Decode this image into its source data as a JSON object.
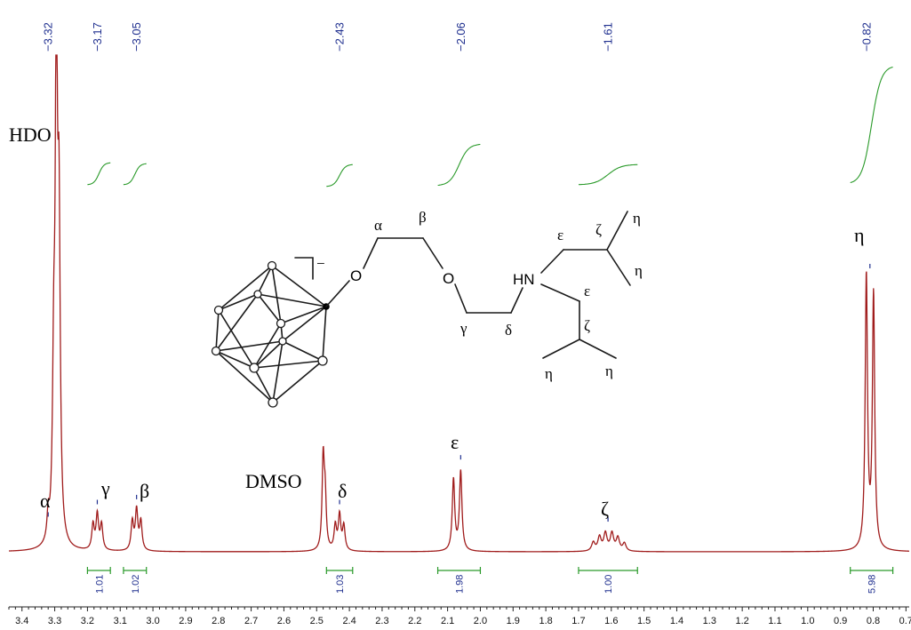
{
  "chart_data": {
    "type": "line",
    "title": "",
    "xlabel": "",
    "ylabel": "",
    "x_axis": {
      "reversed": true,
      "xlim": [
        3.44,
        0.69
      ]
    },
    "ticks": [
      "3.4",
      "3.3",
      "3.2",
      "3.1",
      "3.0",
      "2.9",
      "2.8",
      "2.7",
      "2.6",
      "2.5",
      "2.4",
      "2.3",
      "2.2",
      "2.1",
      "2.0",
      "1.9",
      "1.8",
      "1.7",
      "1.6",
      "1.5",
      "1.4",
      "1.3",
      "1.2",
      "1.1",
      "1.0",
      "0.9",
      "0.8",
      "0.7"
    ],
    "peak_labels": [
      "3.32",
      "3.17",
      "3.05",
      "2.43",
      "2.06",
      "1.61",
      "0.82"
    ],
    "spectrum_color": "#a01c1c",
    "integral_color": "#2a9a2a",
    "label_color": "#1f2f8f",
    "signals": [
      {
        "label": "HDO",
        "shift": 3.295,
        "height": 1.0
      },
      {
        "label": "α",
        "shift": 3.32,
        "height": 0.05
      },
      {
        "label": "γ",
        "shift": 3.17,
        "multiplicity": "triplet",
        "height": 0.07
      },
      {
        "label": "β",
        "shift": 3.05,
        "multiplicity": "triplet",
        "height": 0.08
      },
      {
        "label": "DMSO",
        "shift": 2.48,
        "height": 0.18
      },
      {
        "label": "δ",
        "shift": 2.43,
        "multiplicity": "triplet",
        "height": 0.07
      },
      {
        "label": "ε",
        "shift": 2.06,
        "multiplicity": "doublet",
        "height": 0.16
      },
      {
        "label": "ζ",
        "shift": 1.61,
        "multiplicity": "multiplet",
        "height": 0.035
      },
      {
        "label": "η",
        "shift": 0.81,
        "multiplicity": "doublet",
        "height": 0.55
      }
    ],
    "integrals": [
      {
        "from": 3.2,
        "to": 3.13,
        "value": "1.01"
      },
      {
        "from": 3.09,
        "to": 3.02,
        "value": "1.02"
      },
      {
        "from": 2.47,
        "to": 2.39,
        "value": "1.03"
      },
      {
        "from": 2.13,
        "to": 2.0,
        "value": "1.98"
      },
      {
        "from": 1.7,
        "to": 1.52,
        "value": "1.00"
      },
      {
        "from": 0.87,
        "to": 0.74,
        "value": "5.98"
      }
    ]
  },
  "annotations": {
    "hdo": "HDO",
    "dmso": "DMSO",
    "alpha": "α",
    "beta": "β",
    "gamma": "γ",
    "delta": "δ",
    "epsilon": "ε",
    "zeta": "ζ",
    "eta": "η"
  },
  "molecule": {
    "charge": "−",
    "oxygen": "O",
    "amine": "HN",
    "labels": {
      "alpha": "α",
      "beta": "β",
      "gamma": "γ",
      "delta": "δ",
      "epsilon_1": "ε",
      "zeta_1": "ζ",
      "eta_1": "η",
      "eta_2": "η",
      "epsilon_2": "ε",
      "zeta_2": "ζ",
      "eta_3": "η",
      "eta_4": "η"
    }
  }
}
